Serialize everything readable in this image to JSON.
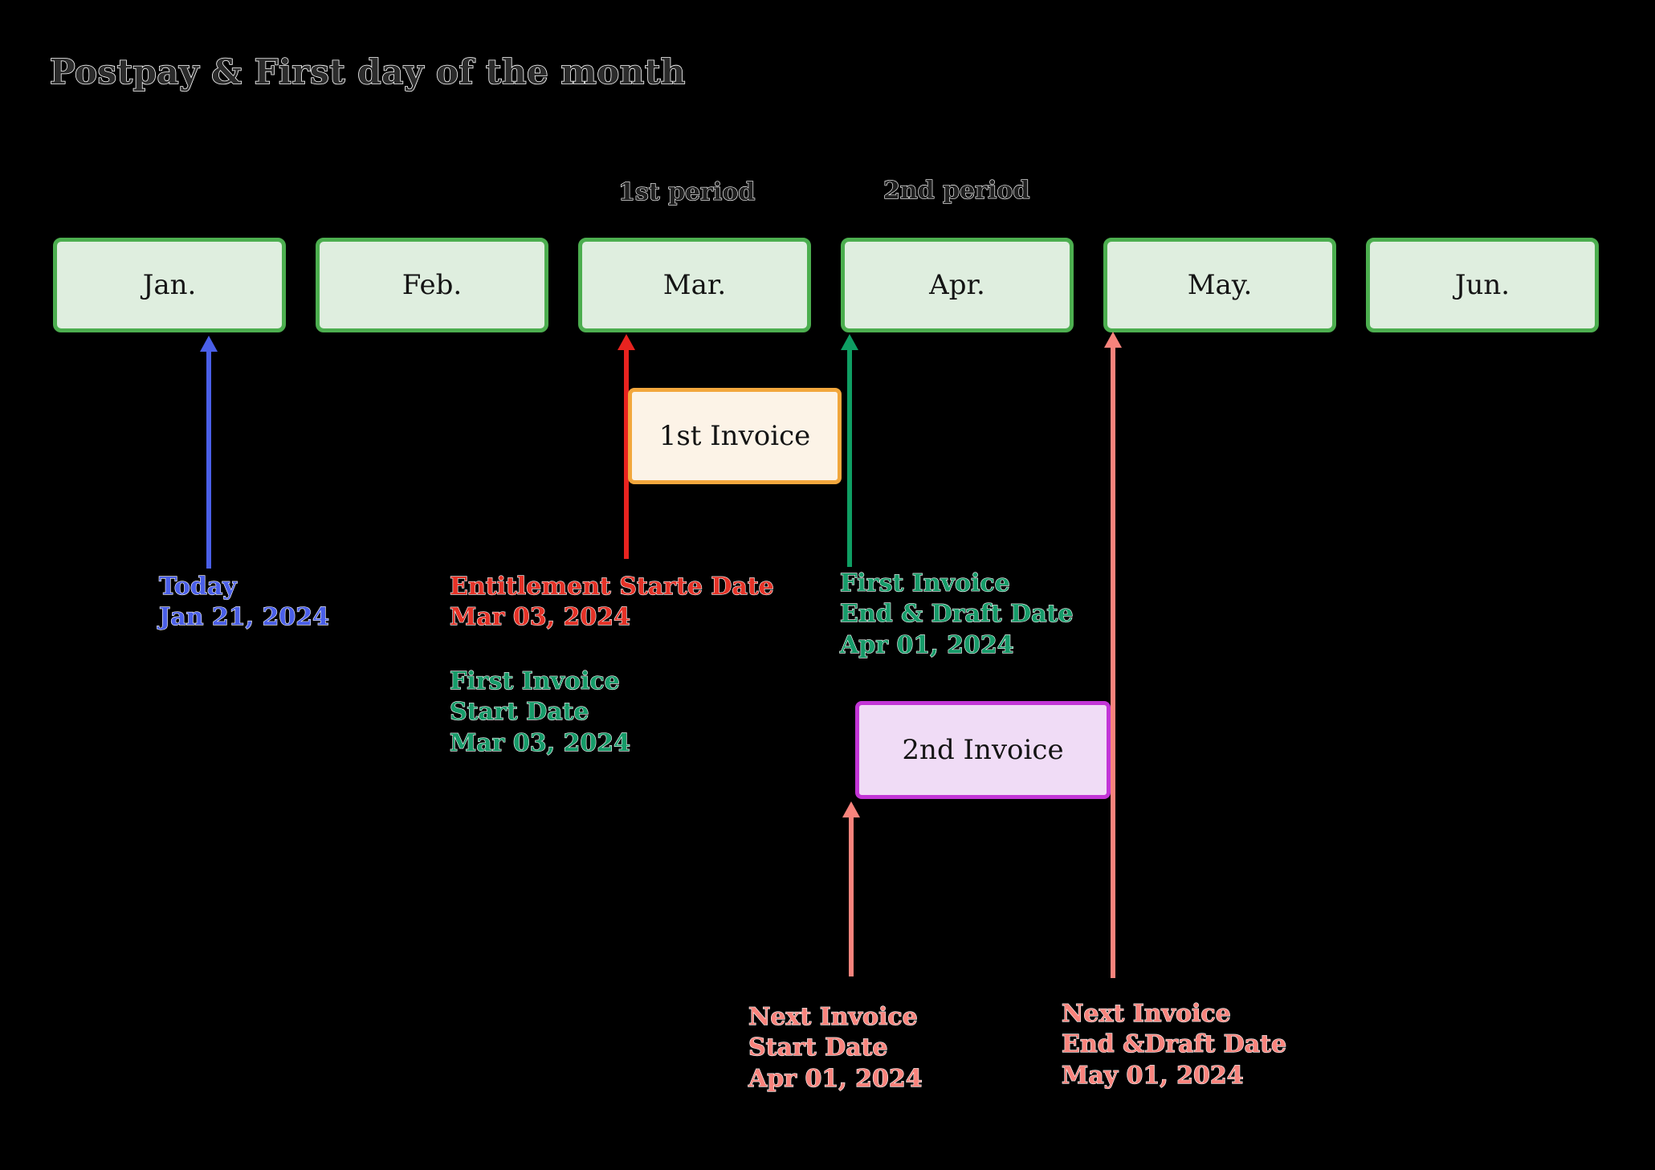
{
  "page": {
    "title": "Postpay & First day of the month",
    "background_color": "#000000"
  },
  "colors": {
    "month_border": "#4cae4f",
    "month_fill": "#dfeedf",
    "first_invoice_border": "#f2a73d",
    "first_invoice_fill": "#fcf3e7",
    "second_invoice_border": "#c235d6",
    "second_invoice_fill": "#f0dcf6",
    "today_blue": "#4a5fe8",
    "entitlement_red": "#e53227",
    "invoice_green": "#169b69",
    "next_invoice_coral": "#f8837c"
  },
  "periods": [
    {
      "label": "1st period"
    },
    {
      "label": "2nd period"
    }
  ],
  "months": [
    {
      "label": "Jan."
    },
    {
      "label": "Feb."
    },
    {
      "label": "Mar."
    },
    {
      "label": "Apr."
    },
    {
      "label": "May."
    },
    {
      "label": "Jun."
    }
  ],
  "invoice_boxes": [
    {
      "label": "1st Invoice"
    },
    {
      "label": "2nd Invoice"
    }
  ],
  "annotations": {
    "today": {
      "line1": "Today",
      "line2": "Jan 21, 2024",
      "color": "#4a5fe8"
    },
    "entitlement_start": {
      "line1": "Entitlement Starte Date",
      "line2": "Mar 03, 2024",
      "color": "#e53227"
    },
    "first_invoice_start": {
      "line1": "First Invoice",
      "line2": "Start Date",
      "line3": "Mar 03, 2024",
      "color": "#169b69"
    },
    "first_invoice_end": {
      "line1": "First Invoice",
      "line2": "End & Draft Date",
      "line3": "Apr 01, 2024",
      "color": "#169b69"
    },
    "next_invoice_start": {
      "line1": "Next Invoice",
      "line2": "Start Date",
      "line3": "Apr 01, 2024",
      "color": "#f8837c"
    },
    "next_invoice_end": {
      "line1": "Next Invoice",
      "line2": "End &Draft Date",
      "line3": "May 01, 2024",
      "color": "#f8837c"
    }
  },
  "arrows": [
    {
      "name": "today-arrow",
      "color": "#4a5fe8",
      "points_to": "Jan."
    },
    {
      "name": "entitlement-start-arrow",
      "color": "#e8231f",
      "points_to": "Mar. start"
    },
    {
      "name": "first-invoice-end-arrow",
      "color": "#0e9e63",
      "points_to": "Apr. start"
    },
    {
      "name": "next-invoice-start-arrow",
      "color": "#f8837c",
      "points_to": "2nd Invoice"
    },
    {
      "name": "next-invoice-end-arrow",
      "color": "#f8837c",
      "points_to": "May. start"
    }
  ]
}
